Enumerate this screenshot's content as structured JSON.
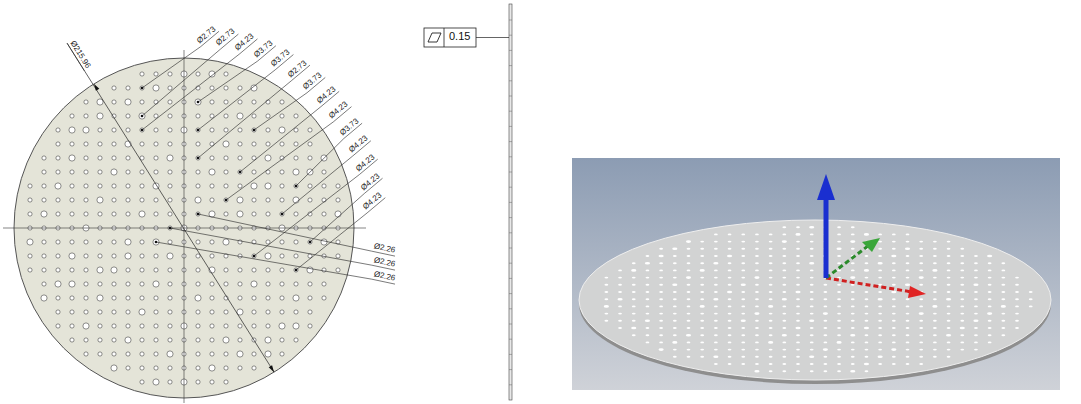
{
  "diagram": {
    "labels": [
      "Ø215.96",
      "Ø2.73",
      "Ø2.73",
      "Ø4.23",
      "Ø3.73",
      "Ø3.73",
      "Ø2.73",
      "Ø3.73",
      "Ø4.23",
      "Ø4.23",
      "Ø3.73",
      "Ø4.23",
      "Ø4.23",
      "Ø4.23",
      "Ø4.23",
      "Ø2.26",
      "Ø2.26",
      "Ø2.26",
      "0.15"
    ]
  }
}
